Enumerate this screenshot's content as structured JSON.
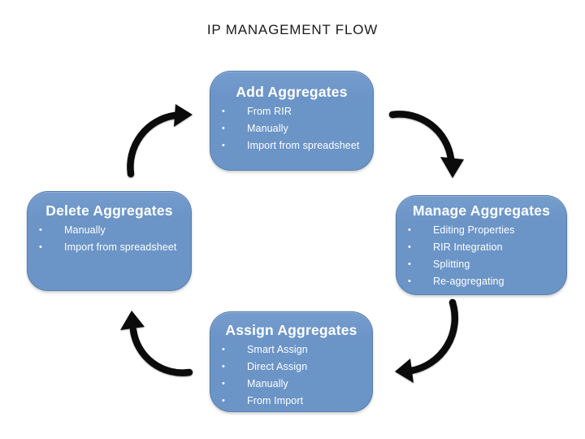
{
  "title": "IP MANAGEMENT FLOW",
  "nodes": [
    {
      "id": "add",
      "title": "Add Aggregates",
      "items": [
        "From RIR",
        "Manually",
        "Import from spreadsheet"
      ]
    },
    {
      "id": "manage",
      "title": "Manage Aggregates",
      "items": [
        "Editing Properties",
        "RIR Integration",
        "Splitting",
        "Re-aggregating"
      ]
    },
    {
      "id": "assign",
      "title": "Assign Aggregates",
      "items": [
        "Smart Assign",
        "Direct Assign",
        "Manually",
        "From Import"
      ]
    },
    {
      "id": "delete",
      "title": "Delete Aggregates",
      "items": [
        "Manually",
        "Import from spreadsheet"
      ]
    }
  ],
  "edges": [
    {
      "from": "Add Aggregates",
      "to": "Manage Aggregates"
    },
    {
      "from": "Manage Aggregates",
      "to": "Assign Aggregates"
    },
    {
      "from": "Assign Aggregates",
      "to": "Delete Aggregates"
    },
    {
      "from": "Delete Aggregates",
      "to": "Add Aggregates"
    }
  ],
  "colors": {
    "background": "#FFFFFF",
    "box_fill": "#6B94C7",
    "box_fill_top": "#759CCC",
    "box_border": "rgba(62,98,143,0.45)",
    "box_text": "#FFFFFF",
    "title_color": "#1B1B1B",
    "arrow": "#0B0B0B"
  }
}
